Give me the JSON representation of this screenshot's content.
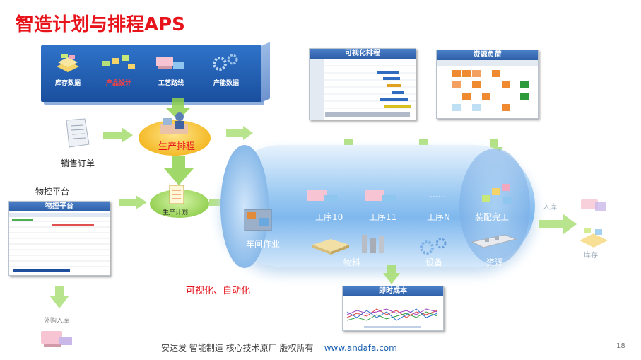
{
  "title": "智造计划与排程APS",
  "banner": {
    "items": [
      {
        "label": "库存数据",
        "red": false
      },
      {
        "label": "产品设计",
        "red": true
      },
      {
        "label": "工艺路线",
        "red": false
      },
      {
        "label": "产能数据",
        "red": false
      }
    ]
  },
  "nodes": {
    "production_scheduling": "生产排程",
    "sales_order": "销售订单",
    "material_platform": "物控平台",
    "production_plan": "生产计划",
    "outsourced_inbound": "外购入库",
    "visual_auto": "可视化、自动化",
    "inbound": "入库",
    "inventory": "库存"
  },
  "screenshots": {
    "visual_scheduling": "可视化排程",
    "resource_load": "资源负荷",
    "material_platform": "物控平台",
    "realtime_cost": "即时成本"
  },
  "tube": {
    "workshop": "车间作业",
    "op10": "工序10",
    "op11": "工序11",
    "dots": "......",
    "opN": "工序N",
    "assembly": "装配完工",
    "material": "物料",
    "equipment": "设备",
    "resource": "资源"
  },
  "footer": {
    "text": "安达发   智能制造 核心技术原厂    版权所有",
    "link": "www.andafa.com"
  },
  "page_number": "18",
  "colors": {
    "title": "#e8141c",
    "accent_blue": "#2f73c9",
    "arrow_green": "#7cc233"
  }
}
